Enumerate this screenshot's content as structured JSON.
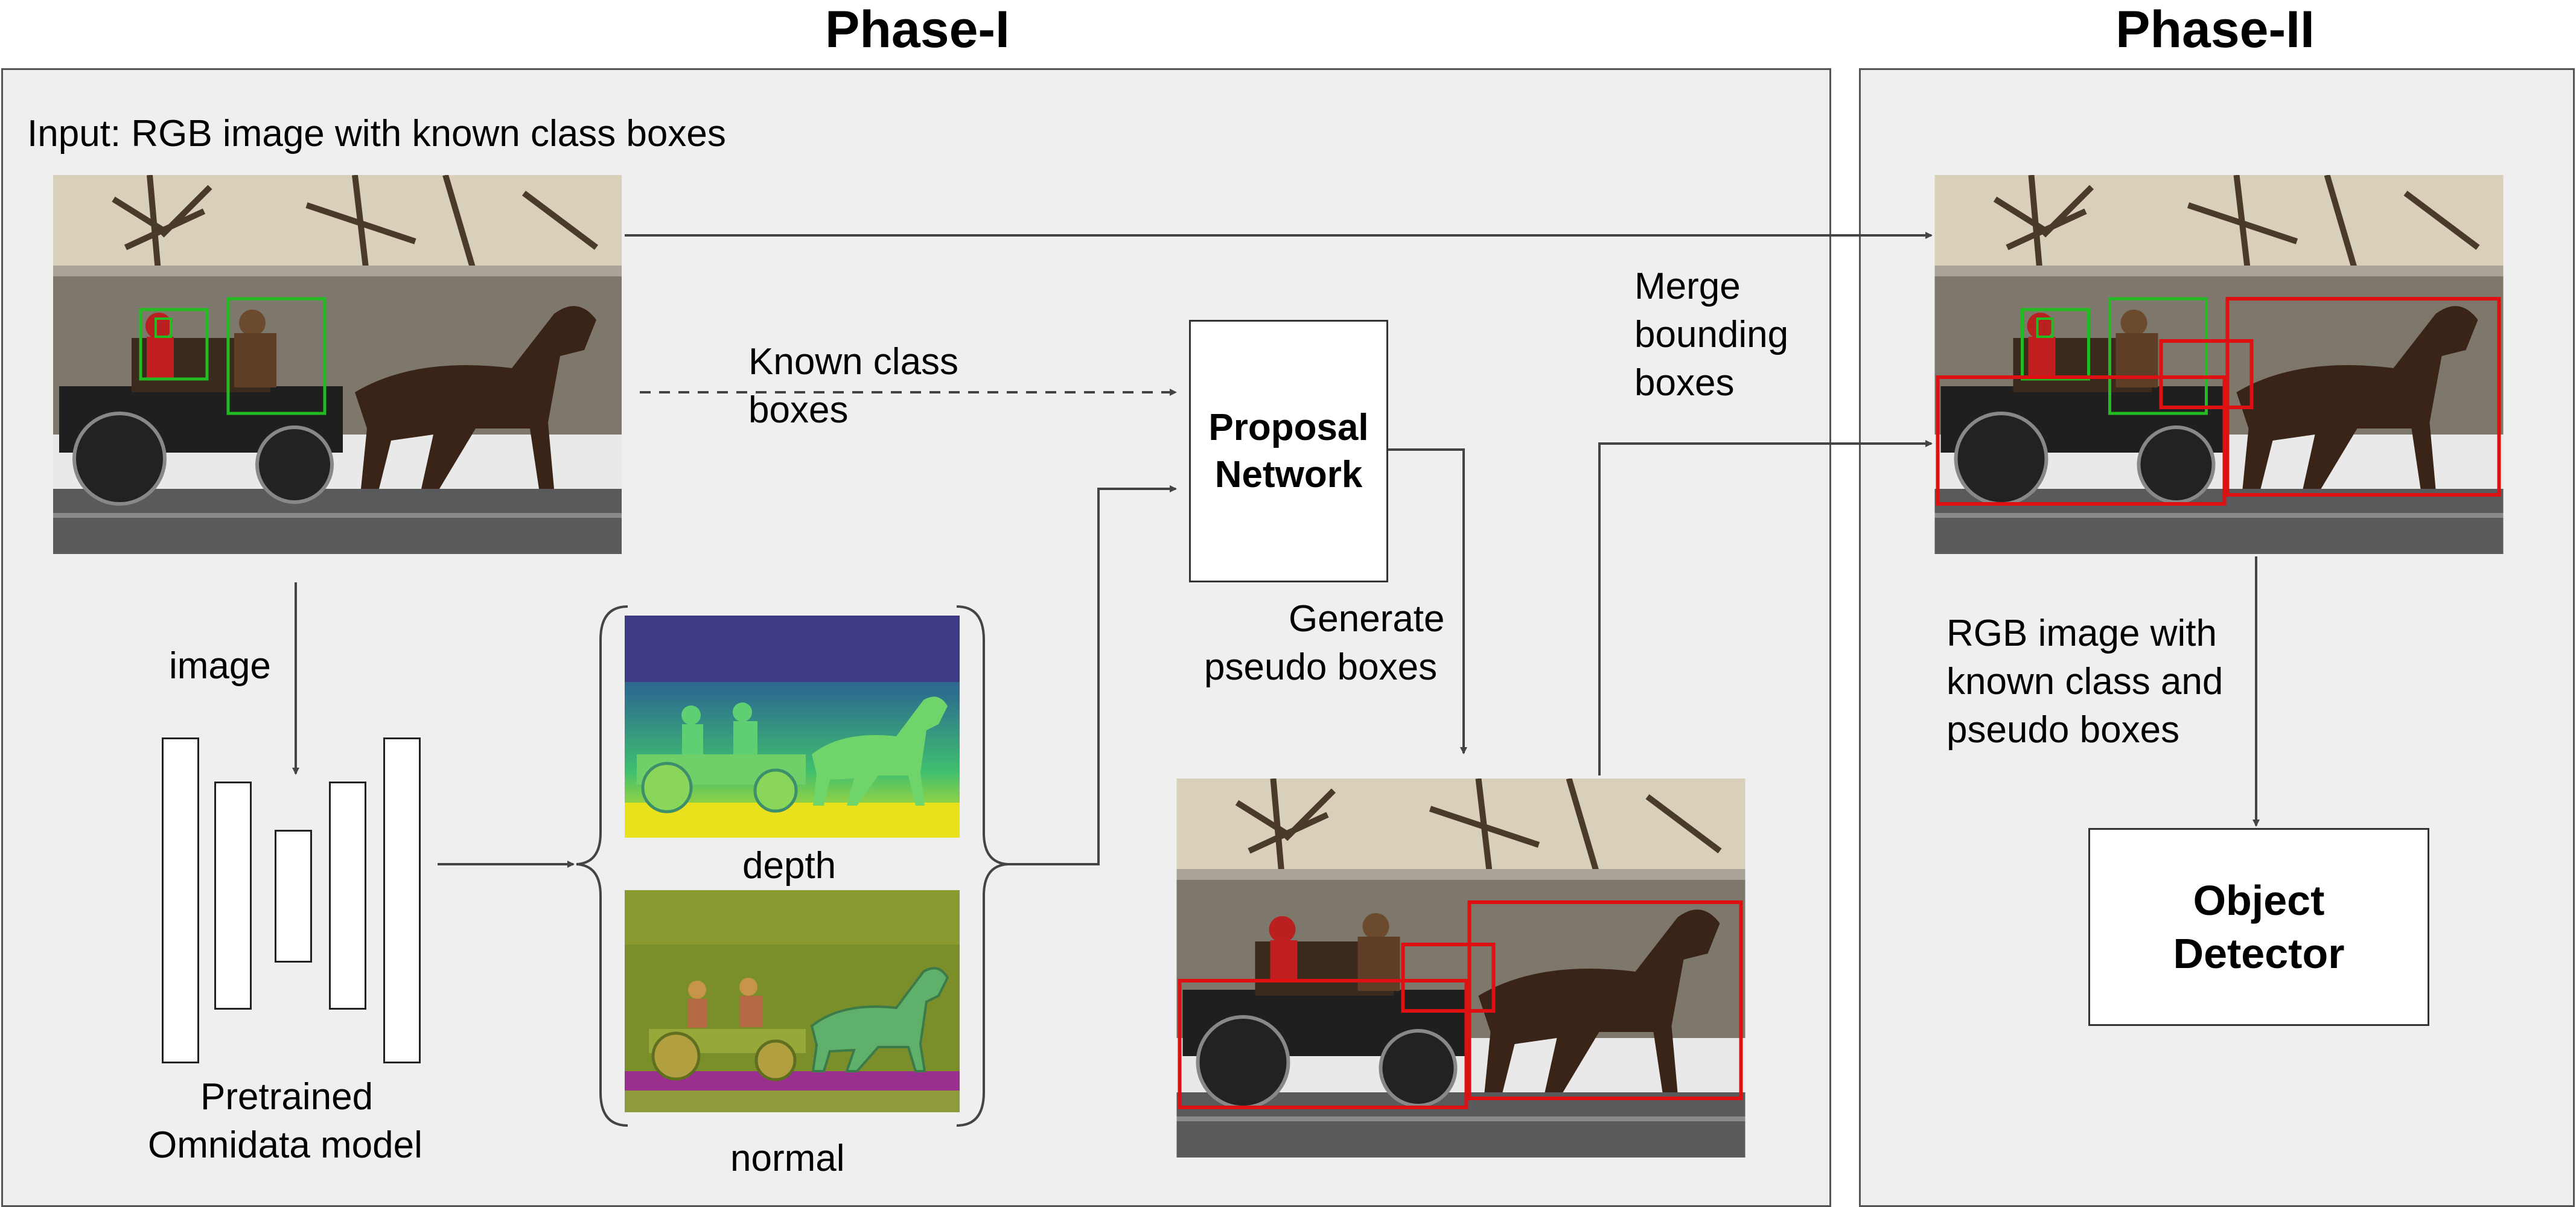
{
  "phase1": {
    "title": "Phase-I"
  },
  "phase2": {
    "title": "Phase-II"
  },
  "labels": {
    "input": "Input: RGB image with known class boxes",
    "known_boxes_1": "Known class",
    "known_boxes_2": "boxes",
    "image": "image",
    "model_1": "Pretrained",
    "model_2": "Omnidata model",
    "depth": "depth",
    "normal": "normal",
    "generate_1": "Generate",
    "generate_2": "pseudo boxes",
    "merge_1": "Merge",
    "merge_2": "bounding",
    "merge_3": "boxes",
    "rgb_out_1": "RGB image with",
    "rgb_out_2": "known class and",
    "rgb_out_3": "pseudo boxes"
  },
  "boxes": {
    "proposal_1": "Proposal",
    "proposal_2": "Network",
    "detector_1": "Object",
    "detector_2": "Detector"
  },
  "colors": {
    "known_box": "#22bb22",
    "pseudo_box": "#dd1111",
    "panel_bg": "#efefef",
    "arrow": "#444444"
  }
}
